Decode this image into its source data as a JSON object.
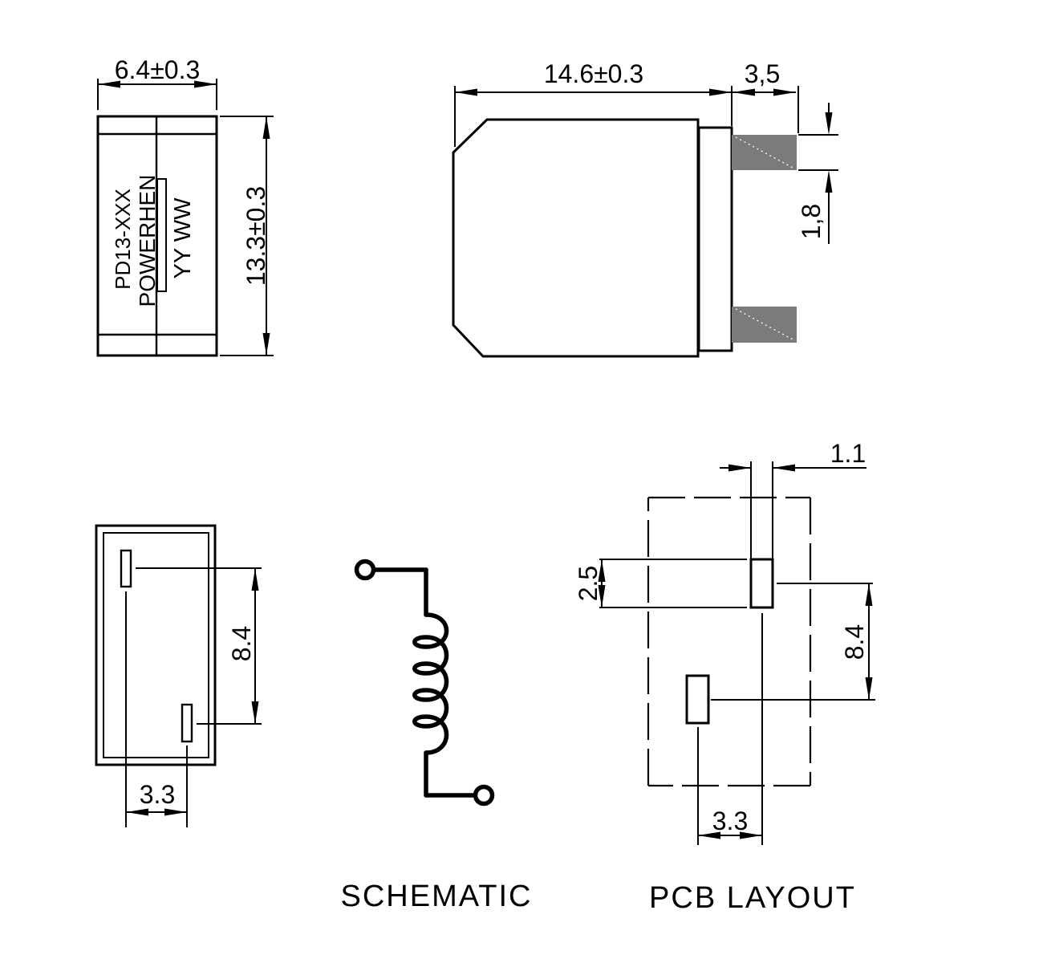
{
  "colors": {
    "line": "#000000",
    "terminal_fill": "#7b7b7b",
    "background": "#ffffff"
  },
  "front_view": {
    "width_dim": "6.4±0.3",
    "height_dim": "13.3±0.3",
    "marking": {
      "line1": "PD13-XXX",
      "line2": "POWERHEN",
      "date_code": "YY WW"
    }
  },
  "side_view": {
    "width_dim": "14.6±0.3",
    "terminal_length_dim": "3,5",
    "terminal_thickness_dim": "1,8"
  },
  "bottom_view": {
    "pad_span_dim": "8.4",
    "pad_pitch_dim": "3.3"
  },
  "schematic": {
    "label": "SCHEMATIC"
  },
  "pcb_layout": {
    "label": "PCB LAYOUT",
    "pad_width_dim": "1.1",
    "pad_height_dim": "2.5",
    "pad_span_dim": "8.4",
    "pad_pitch_dim": "3.3"
  }
}
